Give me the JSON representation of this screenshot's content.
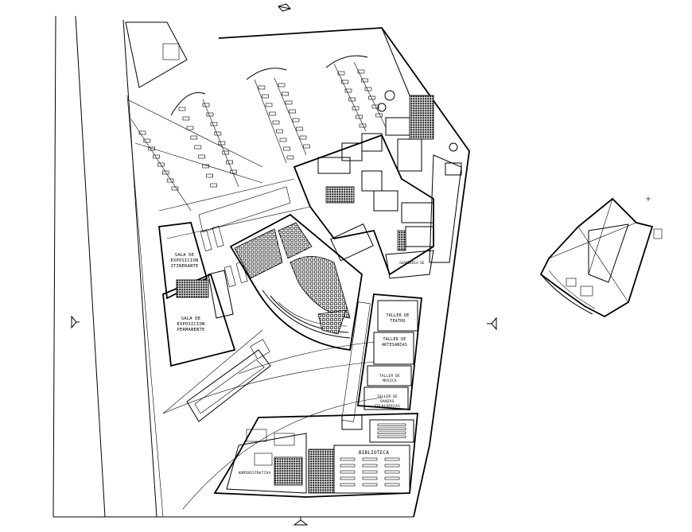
{
  "labels": {
    "sala_temporal_1": "SALA DE",
    "sala_temporal_2": "EXPOSICION",
    "sala_temporal_3": "ITINERANTE",
    "sala_perm_1": "SALA DE",
    "sala_perm_2": "EXPOSICION",
    "sala_perm_3": "PERMANENTE",
    "taller_teatro_1": "TALLER DE",
    "taller_teatro_2": "TEATRO",
    "taller_artesanias_1": "TALLER DE",
    "taller_artesanias_2": "ARTESANIAS",
    "taller_musica_1": "TALLER DE",
    "taller_musica_2": "MUSICA",
    "taller_danzas_1": "TALLER DE",
    "taller_danzas_2": "DANZAS",
    "taller_danzas_3": "FOLKLORICAS",
    "biblioteca": "BIBLIOTECA",
    "administracion": "ADMINISTRATIVA",
    "guarderia": "GUARDERIA DE"
  },
  "icons": {
    "north": "north-arrow-icon",
    "section": "section-marker-icon",
    "cross": "crosshair-icon"
  },
  "colors": {
    "line": "#000000",
    "background": "#ffffff"
  }
}
